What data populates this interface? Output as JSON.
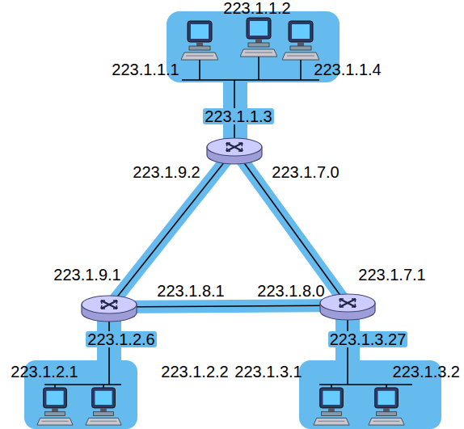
{
  "diagram": {
    "labels": [
      "223.1.1.2",
      "223.1.1.1",
      "223.1.1.4",
      "223.1.1.3",
      "223.1.9.2",
      "223.1.7.0",
      "223.1.9.1",
      "223.1.7.1",
      "223.1.8.1",
      "223.1.8.0",
      "223.1.2.6",
      "223.1.3.27",
      "223.1.2.1",
      "223.1.2.2",
      "223.1.3.1",
      "223.1.3.2"
    ]
  }
}
